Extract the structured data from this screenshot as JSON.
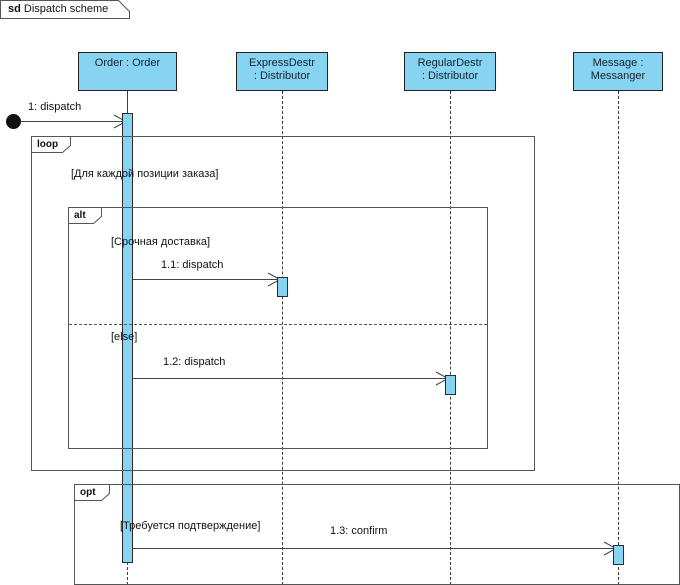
{
  "diagram": {
    "kind_keyword": "sd",
    "title": "Dispatch scheme",
    "type": "uml-sequence-diagram"
  },
  "colors": {
    "lifeline_fill": "#86d3f2",
    "lifeline_border": "#222222",
    "activation_fill": "#86d3f2",
    "line": "#444444",
    "frame_border": "#555555",
    "text": "#111111",
    "background": "#ffffff"
  },
  "lifelines": [
    {
      "id": "order",
      "name": "Order : Order",
      "line1": "Order : Order",
      "line2": ""
    },
    {
      "id": "express",
      "name": "ExpressDestr : Distributor",
      "line1": "ExpressDestr",
      "line2": ": Distributor"
    },
    {
      "id": "regular",
      "name": "RegularDestr : Distributor",
      "line1": "RegularDestr",
      "line2": ": Distributor"
    },
    {
      "id": "message",
      "name": "Message : Messanger",
      "line1": "Message :",
      "line2": "Messanger"
    }
  ],
  "start_node": {
    "name": "start-node"
  },
  "messages": [
    {
      "id": "m0",
      "label": "1: dispatch",
      "from": "actor",
      "to": "order"
    },
    {
      "id": "m1",
      "label": "1.1: dispatch",
      "from": "order",
      "to": "express"
    },
    {
      "id": "m2",
      "label": "1.2: dispatch",
      "from": "order",
      "to": "regular"
    },
    {
      "id": "m3",
      "label": "1.3: confirm",
      "from": "order",
      "to": "message"
    }
  ],
  "fragments": [
    {
      "id": "loop",
      "operator": "loop",
      "guard": "[Для каждой позиции заказа]"
    },
    {
      "id": "alt",
      "operator": "alt",
      "guard": "[Срочная доставка]",
      "else_guard": "[else]"
    },
    {
      "id": "opt",
      "operator": "opt",
      "guard": "[Требуется подтверждение]"
    }
  ]
}
